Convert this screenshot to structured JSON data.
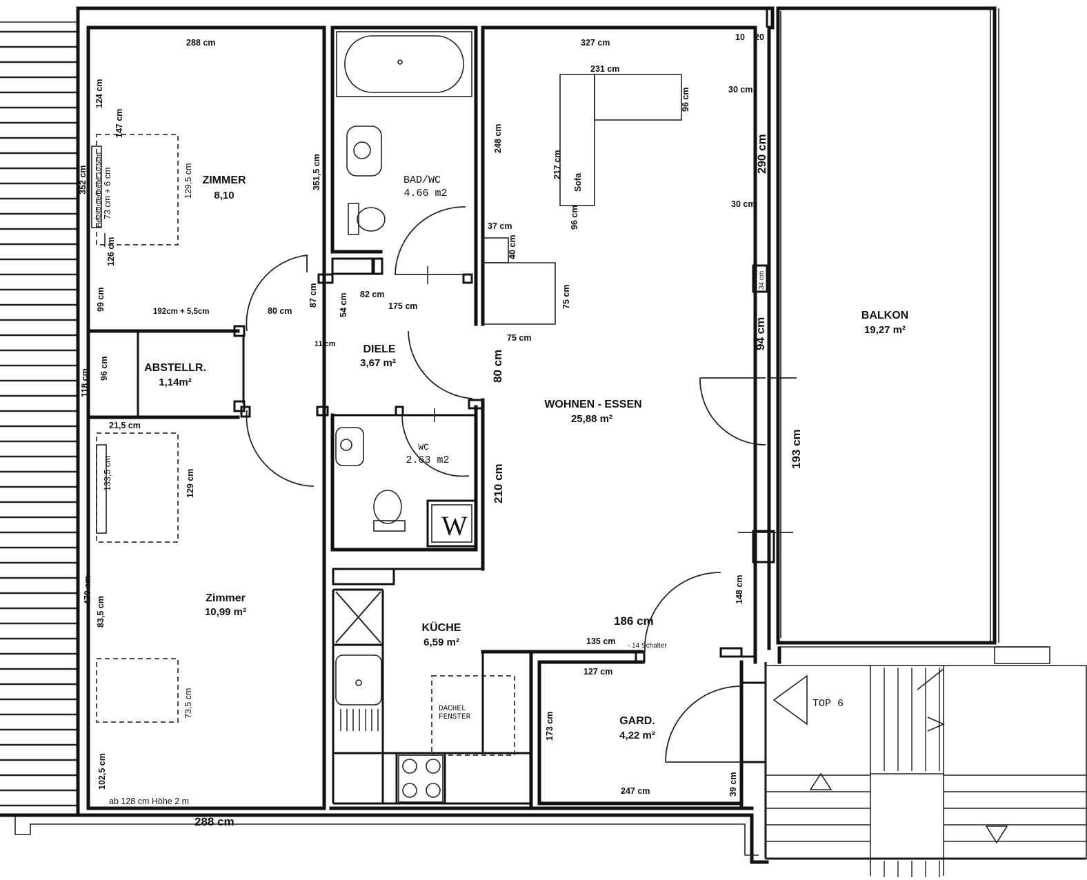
{
  "rooms": {
    "zimmer1": {
      "name": "ZIMMER",
      "area": "8,10"
    },
    "bad": {
      "name": "BAD/WC",
      "area": "4.66 m2"
    },
    "wohnen": {
      "name": "WOHNEN - ESSEN",
      "area": "25,88 m²"
    },
    "balkon": {
      "name": "BALKON",
      "area": "19,27 m²"
    },
    "abstell": {
      "name": "ABSTELLR.",
      "area": "1,14m²"
    },
    "diele": {
      "name": "DIELE",
      "area": "3,67 m²"
    },
    "wc": {
      "name": "WC",
      "area": "2.63 m2"
    },
    "zimmer2": {
      "name": "Zimmer",
      "area": "10,99 m²"
    },
    "kueche": {
      "name": "KÜCHE",
      "area": "6,59 m²"
    },
    "gard": {
      "name": "GARD.",
      "area": "4,22 m²"
    }
  },
  "labels": {
    "sofa": "Sofa",
    "top": "TOP 6",
    "dachfenster_1": "DACHEL",
    "dachfenster_2": "FENSTER",
    "w": "W",
    "note": "ab 128 cm Höhe 2 m",
    "heizkoerper": "Heizkörperbreite:10,5cm",
    "schalter": "- 14 Schalter"
  },
  "dims": {
    "d288top": "288 cm",
    "d327": "327 cm",
    "d10": "10",
    "d20": "20",
    "d231": "231 cm",
    "d96sofa": "96 cm",
    "d30a": "30 cm",
    "d30b": "30 cm",
    "d290": "290 cm",
    "d124": "124 cm",
    "d147": "147 cm",
    "d352": "352 cm",
    "d73_6": "73 cm + 6 cm",
    "d129_5": "129,5 cm",
    "d351_5": "351,5 cm",
    "d248": "248 cm",
    "d217": "217 cm",
    "d96b": "96 cm",
    "d126": "126 cm",
    "d37": "37 cm",
    "d40": "40 cm",
    "d99": "99 cm",
    "d87": "87 cm",
    "d54": "54 cm",
    "d82": "82 cm",
    "d175": "175 cm",
    "d75v": "75 cm",
    "d34": "34 cm",
    "d192": "192cm  + 5,5cm",
    "d80a": "80 cm",
    "d11": "11 cm",
    "d75h": "75 cm",
    "d80b": "80 cm",
    "d94": "94 cm",
    "d118": "118 cm",
    "d96c": "96 cm",
    "d21_5": "21,5 cm",
    "d133_5": "133,5 cm",
    "d129": "129 cm",
    "d210": "210 cm",
    "d193": "193 cm",
    "d470": "470 cm",
    "d83_5": "83,5 cm",
    "d148": "148 cm",
    "d186": "186 cm",
    "d135": "135 cm",
    "d127": "127 cm",
    "d73_5": "73,5 cm",
    "d173": "173 cm",
    "d102_5": "102,5 cm",
    "d39": "39 cm",
    "d247": "247 cm",
    "d288bottom": "288 cm"
  }
}
